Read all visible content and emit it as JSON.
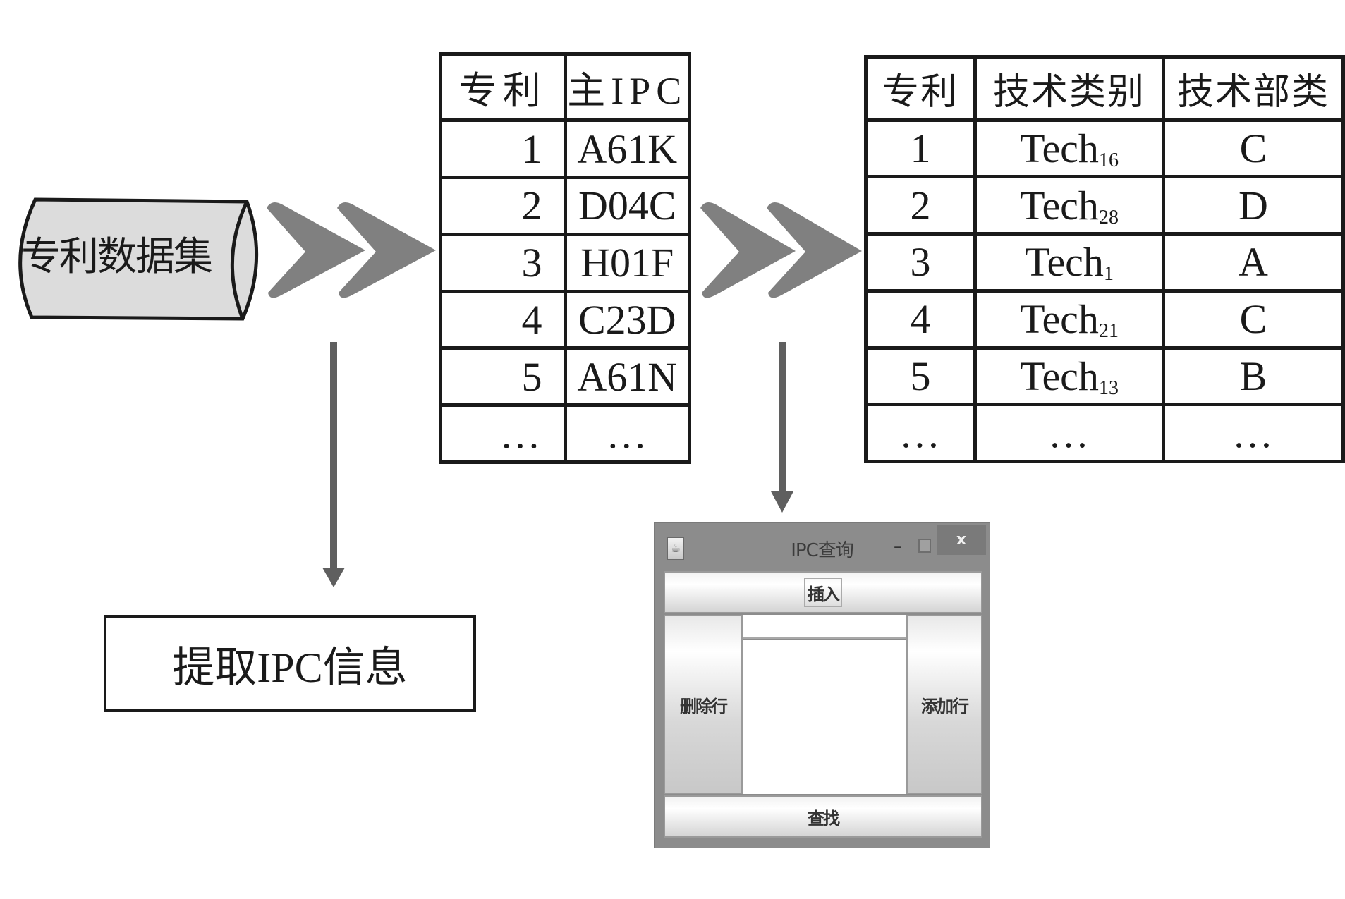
{
  "dataset": {
    "label": "专利数据集"
  },
  "extract_box": {
    "label": "提取IPC信息"
  },
  "table_ipc": {
    "headers": [
      "专利",
      "主IPC"
    ],
    "rows": [
      [
        "1",
        "A61K"
      ],
      [
        "2",
        "D04C"
      ],
      [
        "3",
        "H01F"
      ],
      [
        "4",
        "C23D"
      ],
      [
        "5",
        "A61N"
      ],
      [
        "…",
        "…"
      ]
    ]
  },
  "table_tech": {
    "headers": [
      "专利",
      "技术类别",
      "技术部类"
    ],
    "rows": [
      {
        "id": "1",
        "tech": "Tech",
        "sub": "16",
        "section": "C"
      },
      {
        "id": "2",
        "tech": "Tech",
        "sub": "28",
        "section": "D"
      },
      {
        "id": "3",
        "tech": "Tech",
        "sub": "1",
        "section": "A"
      },
      {
        "id": "4",
        "tech": "Tech",
        "sub": "21",
        "section": "C"
      },
      {
        "id": "5",
        "tech": "Tech",
        "sub": "13",
        "section": "B"
      },
      {
        "id": "…",
        "tech": "…",
        "sub": "",
        "section": "…"
      }
    ]
  },
  "dialog": {
    "title": "IPC查询",
    "app_icon": "java-cup-icon",
    "minimize": "–",
    "close": "x",
    "insert_label": "插入",
    "delete_row_label": "删除行",
    "add_row_label": "添加行",
    "search_label": "查找",
    "input_value": "",
    "textarea_value": ""
  },
  "colors": {
    "chevron": "#808080",
    "arrow": "#5f5f5f",
    "cylinder_fill": "#dcdcdc",
    "dialog_frame": "#8c8c8c"
  }
}
